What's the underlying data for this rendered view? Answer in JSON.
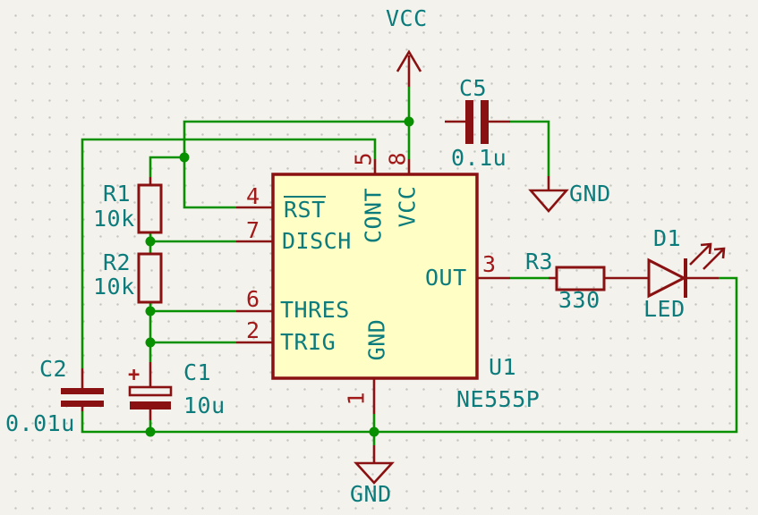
{
  "colors": {
    "bg": "#F3F2EC",
    "grid": "#C6C6C0",
    "wire": "#089000",
    "symbol": "#8A1111",
    "pinno": "#A21919",
    "text": "#0C7B7B",
    "icfill": "#FFFFC5"
  },
  "power": {
    "vcc": "VCC",
    "gnd_top": "GND",
    "gnd_bottom": "GND"
  },
  "ic": {
    "ref": "U1",
    "value": "NE555P",
    "pins": {
      "rst": {
        "number": "4",
        "name": "RST"
      },
      "disch": {
        "number": "7",
        "name": "DISCH"
      },
      "thres": {
        "number": "6",
        "name": "THRES"
      },
      "trig": {
        "number": "2",
        "name": "TRIG"
      },
      "cont": {
        "number": "5",
        "name": "CONT"
      },
      "vcc": {
        "number": "8",
        "name": "VCC"
      },
      "gnd": {
        "number": "1",
        "name": "GND"
      },
      "out": {
        "number": "3",
        "name": "OUT"
      }
    }
  },
  "parts": {
    "r1": {
      "ref": "R1",
      "value": "10k"
    },
    "r2": {
      "ref": "R2",
      "value": "10k"
    },
    "r3": {
      "ref": "R3",
      "value": "330"
    },
    "c1": {
      "ref": "C1",
      "value": "10u",
      "plus": "+"
    },
    "c2": {
      "ref": "C2",
      "value": "0.01u"
    },
    "c5": {
      "ref": "C5",
      "value": "0.1u"
    },
    "d1": {
      "ref": "D1",
      "value": "LED"
    }
  }
}
